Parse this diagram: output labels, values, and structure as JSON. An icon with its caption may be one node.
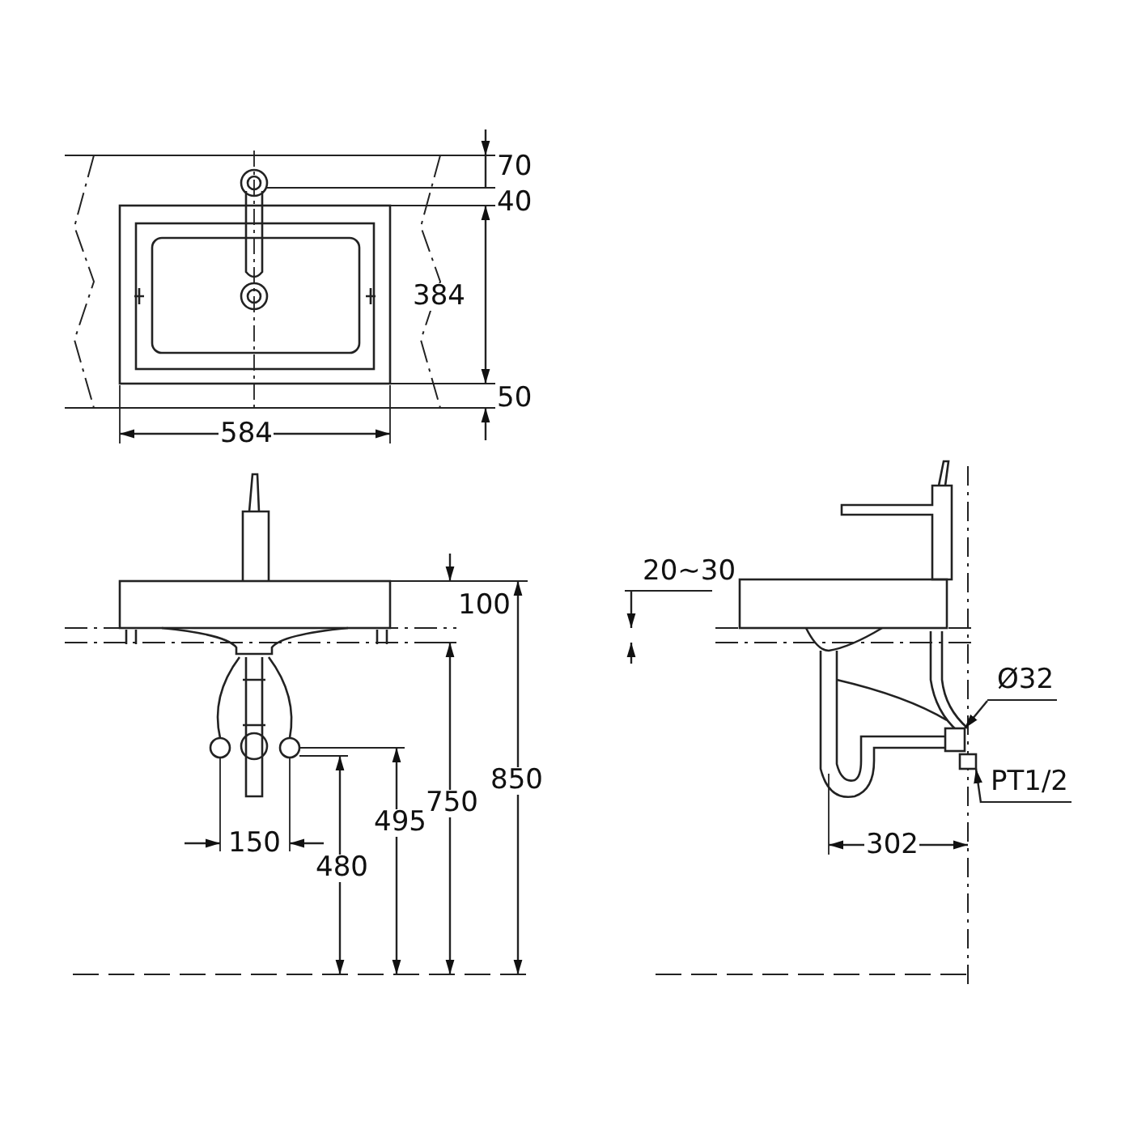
{
  "diagram": {
    "nodes": [
      {
        "text": [
          "Ø32"
        ]
      },
      {
        "text": [
          "PT1/2"
        ]
      },
      {
        "text": [],
        "shape": "box"
      },
      {
        "text": [],
        "shape": "box"
      }
    ],
    "edges": [
      {
        "from": 0,
        "to": 2,
        "arrow": "to"
      },
      {
        "from": 1,
        "to": 3,
        "arrow": "to"
      }
    ],
    "labels": [
      "70",
      "40",
      "384",
      "50",
      "584",
      "20~30",
      "100",
      "850",
      "750",
      "495",
      "150",
      "480",
      "302"
    ]
  }
}
